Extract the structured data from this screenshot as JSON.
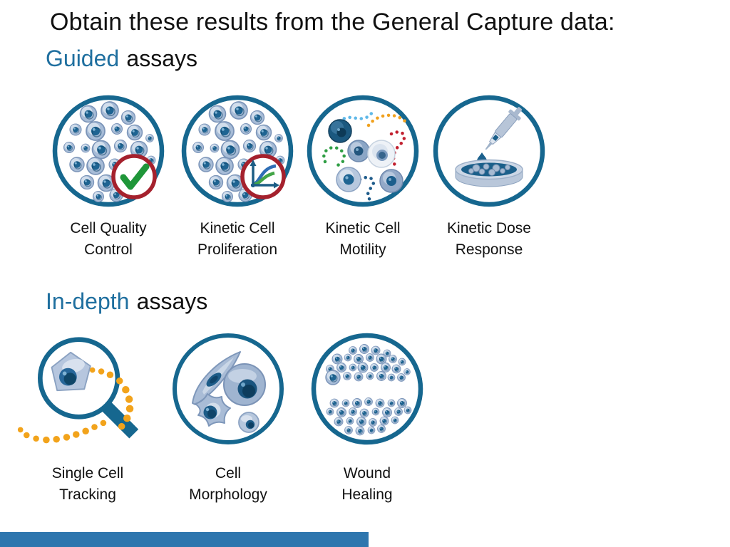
{
  "slide": {
    "title": "Obtain these results from the General Capture data:"
  },
  "colors": {
    "heading_accent_blue": "#1f6f9f",
    "text_black": "#111111",
    "circle_ring_blue": "#16678f",
    "badge_ring_red": "#a5212d",
    "check_green": "#1f9639",
    "graph_curve_blue": "#2f6eb5",
    "graph_curve_green": "#43a547",
    "track_orange": "#f2a31b",
    "cell_body_blue": "#a7bcd7",
    "cell_nucleus_blue": "#1e6492",
    "bottom_bar_blue": "#2e76ae"
  },
  "sections": [
    {
      "heading_accent": "Guided",
      "heading_rest": "assays",
      "items": [
        {
          "icon": "cell-quality-control-icon",
          "label_line1": "Cell Quality",
          "label_line2": "Control"
        },
        {
          "icon": "kinetic-cell-proliferation-icon",
          "label_line1": "Kinetic Cell",
          "label_line2": "Proliferation"
        },
        {
          "icon": "kinetic-cell-motility-icon",
          "label_line1": "Kinetic Cell",
          "label_line2": "Motility"
        },
        {
          "icon": "kinetic-dose-response-icon",
          "label_line1": "Kinetic Dose",
          "label_line2": "Response"
        }
      ]
    },
    {
      "heading_accent": "In-depth",
      "heading_rest": "assays",
      "items": [
        {
          "icon": "single-cell-tracking-icon",
          "label_line1": "Single Cell",
          "label_line2": "Tracking"
        },
        {
          "icon": "cell-morphology-icon",
          "label_line1": "Cell",
          "label_line2": "Morphology"
        },
        {
          "icon": "wound-healing-icon",
          "label_line1": "Wound",
          "label_line2": "Healing"
        }
      ]
    }
  ]
}
